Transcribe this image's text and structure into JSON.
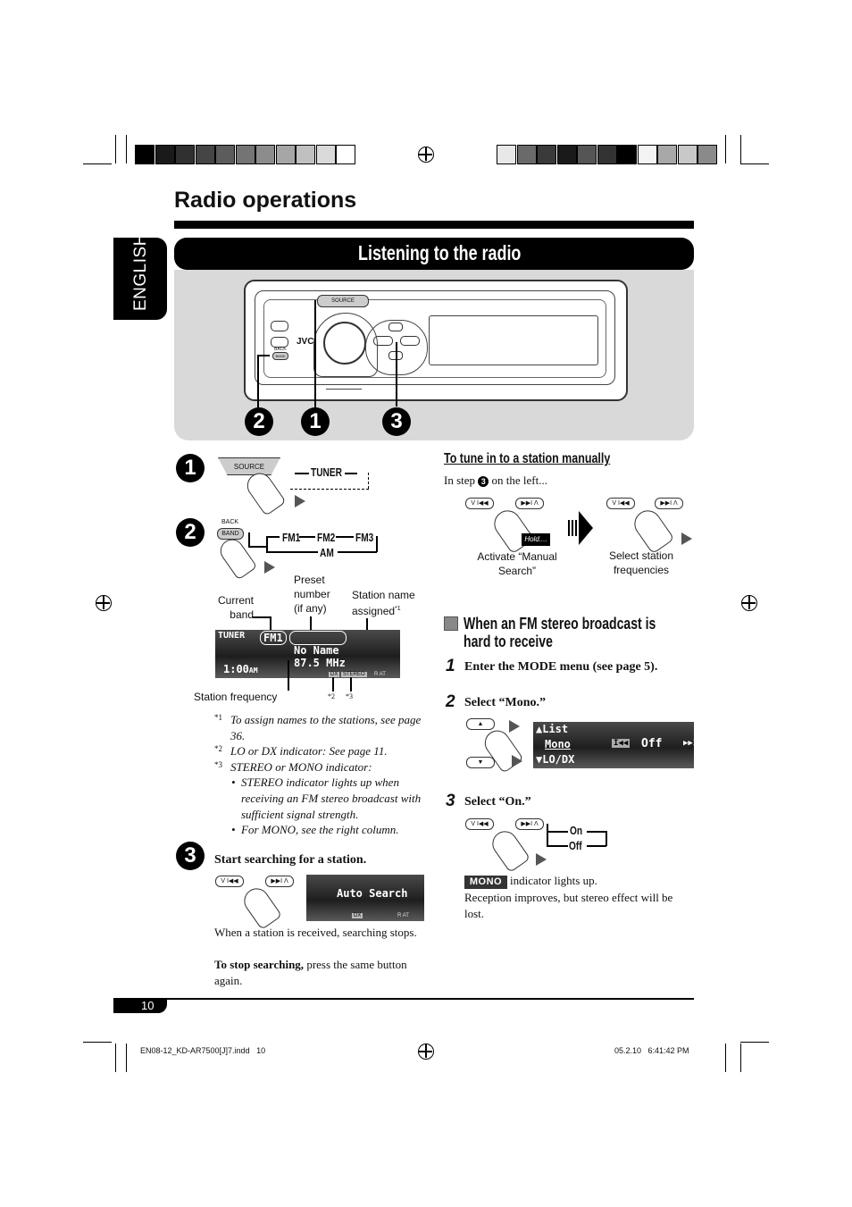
{
  "header": {
    "title": "Radio operations",
    "section_bar": "Listening to the radio",
    "side_tab": "ENGLISH"
  },
  "unit": {
    "source_label": "SOURCE",
    "back_label": "BACK",
    "band_label": "BAND",
    "brand": "JVC",
    "callouts": [
      "2",
      "1",
      "3"
    ]
  },
  "step1": {
    "num": "1",
    "source_label": "SOURCE",
    "tuner": "TUNER"
  },
  "step2": {
    "num": "2",
    "back_label": "BACK",
    "band_label": "BAND",
    "fm1": "FM1",
    "fm2": "FM2",
    "fm3": "FM3",
    "am": "AM"
  },
  "display_callouts": {
    "current_band": "Current band",
    "preset_number": "Preset number (if any)",
    "station_name": "Station name assigned",
    "station_name_sup": "*1",
    "station_frequency": "Station frequency",
    "star2": "*2",
    "star3": "*3"
  },
  "lcd_main": {
    "tuner": "TUNER",
    "band": "FM1",
    "name": "No Name",
    "freq": "87.5 MHz",
    "clock": "1:00",
    "ampm": "AM",
    "dx": "DX",
    "stereo": "STEREO",
    "rat": "R AT"
  },
  "notes": [
    {
      "mark": "*1",
      "text": "To assign names to the stations, see page 36."
    },
    {
      "mark": "*2",
      "text": "LO or DX indicator: See page 11."
    },
    {
      "mark": "*3",
      "text": "STEREO or MONO indicator:"
    }
  ],
  "note_bullets": [
    "STEREO indicator lights up when receiving an FM stereo broadcast with sufficient signal strength.",
    "For MONO, see the right column."
  ],
  "step3": {
    "num": "3",
    "title": "Start searching for a station.",
    "lcd_text": "Auto Search",
    "lcd_dx": "DX",
    "lcd_rat": "R AT",
    "after": "When a station is received, searching stops.",
    "stop_bold": "To stop searching,",
    "stop_rest": " press the same button again."
  },
  "manual": {
    "heading": "To tune in to a station manually",
    "intro_a": "In step",
    "intro_num": "3",
    "intro_b": "on the left...",
    "hold": "Hold....",
    "activate": "Activate “Manual Search”",
    "select_freq": "Select station frequencies"
  },
  "fm_stereo": {
    "heading": "When an FM stereo broadcast is hard to receive",
    "steps": [
      {
        "num": "1",
        "text": "Enter the MODE menu (see page 5)."
      },
      {
        "num": "2",
        "text": "Select “Mono.”"
      },
      {
        "num": "3",
        "text": "Select “On.”"
      }
    ],
    "menu_list": "List",
    "menu_mono": "Mono",
    "menu_lodx": "LO/DX",
    "menu_off": "Off",
    "on_label": "On",
    "off_label": "Off",
    "mono_badge": "MONO",
    "result_a": "indicator lights up.",
    "result_b": "Reception improves, but stereo effect will be lost."
  },
  "footer": {
    "page": "10",
    "file": "EN08-12_KD-AR7500[J]7.indd   10",
    "stamp": "05.2.10   6:41:42 PM"
  },
  "colors": {
    "swatches_left": [
      "#000000",
      "#1a1a1a",
      "#303030",
      "#454545",
      "#5c5c5c",
      "#747474",
      "#8c8c8c",
      "#a6a6a6",
      "#c0c0c0",
      "#dadada",
      "#ffffff"
    ],
    "swatches_right": [
      "#e8e8e8",
      "#6a6a6a",
      "#3a3a3a",
      "#1a1a1a",
      "#555555",
      "#333333",
      "#000000",
      "#f4f4f4",
      "#a8a8a8",
      "#c8c8c8",
      "#8a8a8a"
    ],
    "panel": "#d9d9d9"
  }
}
